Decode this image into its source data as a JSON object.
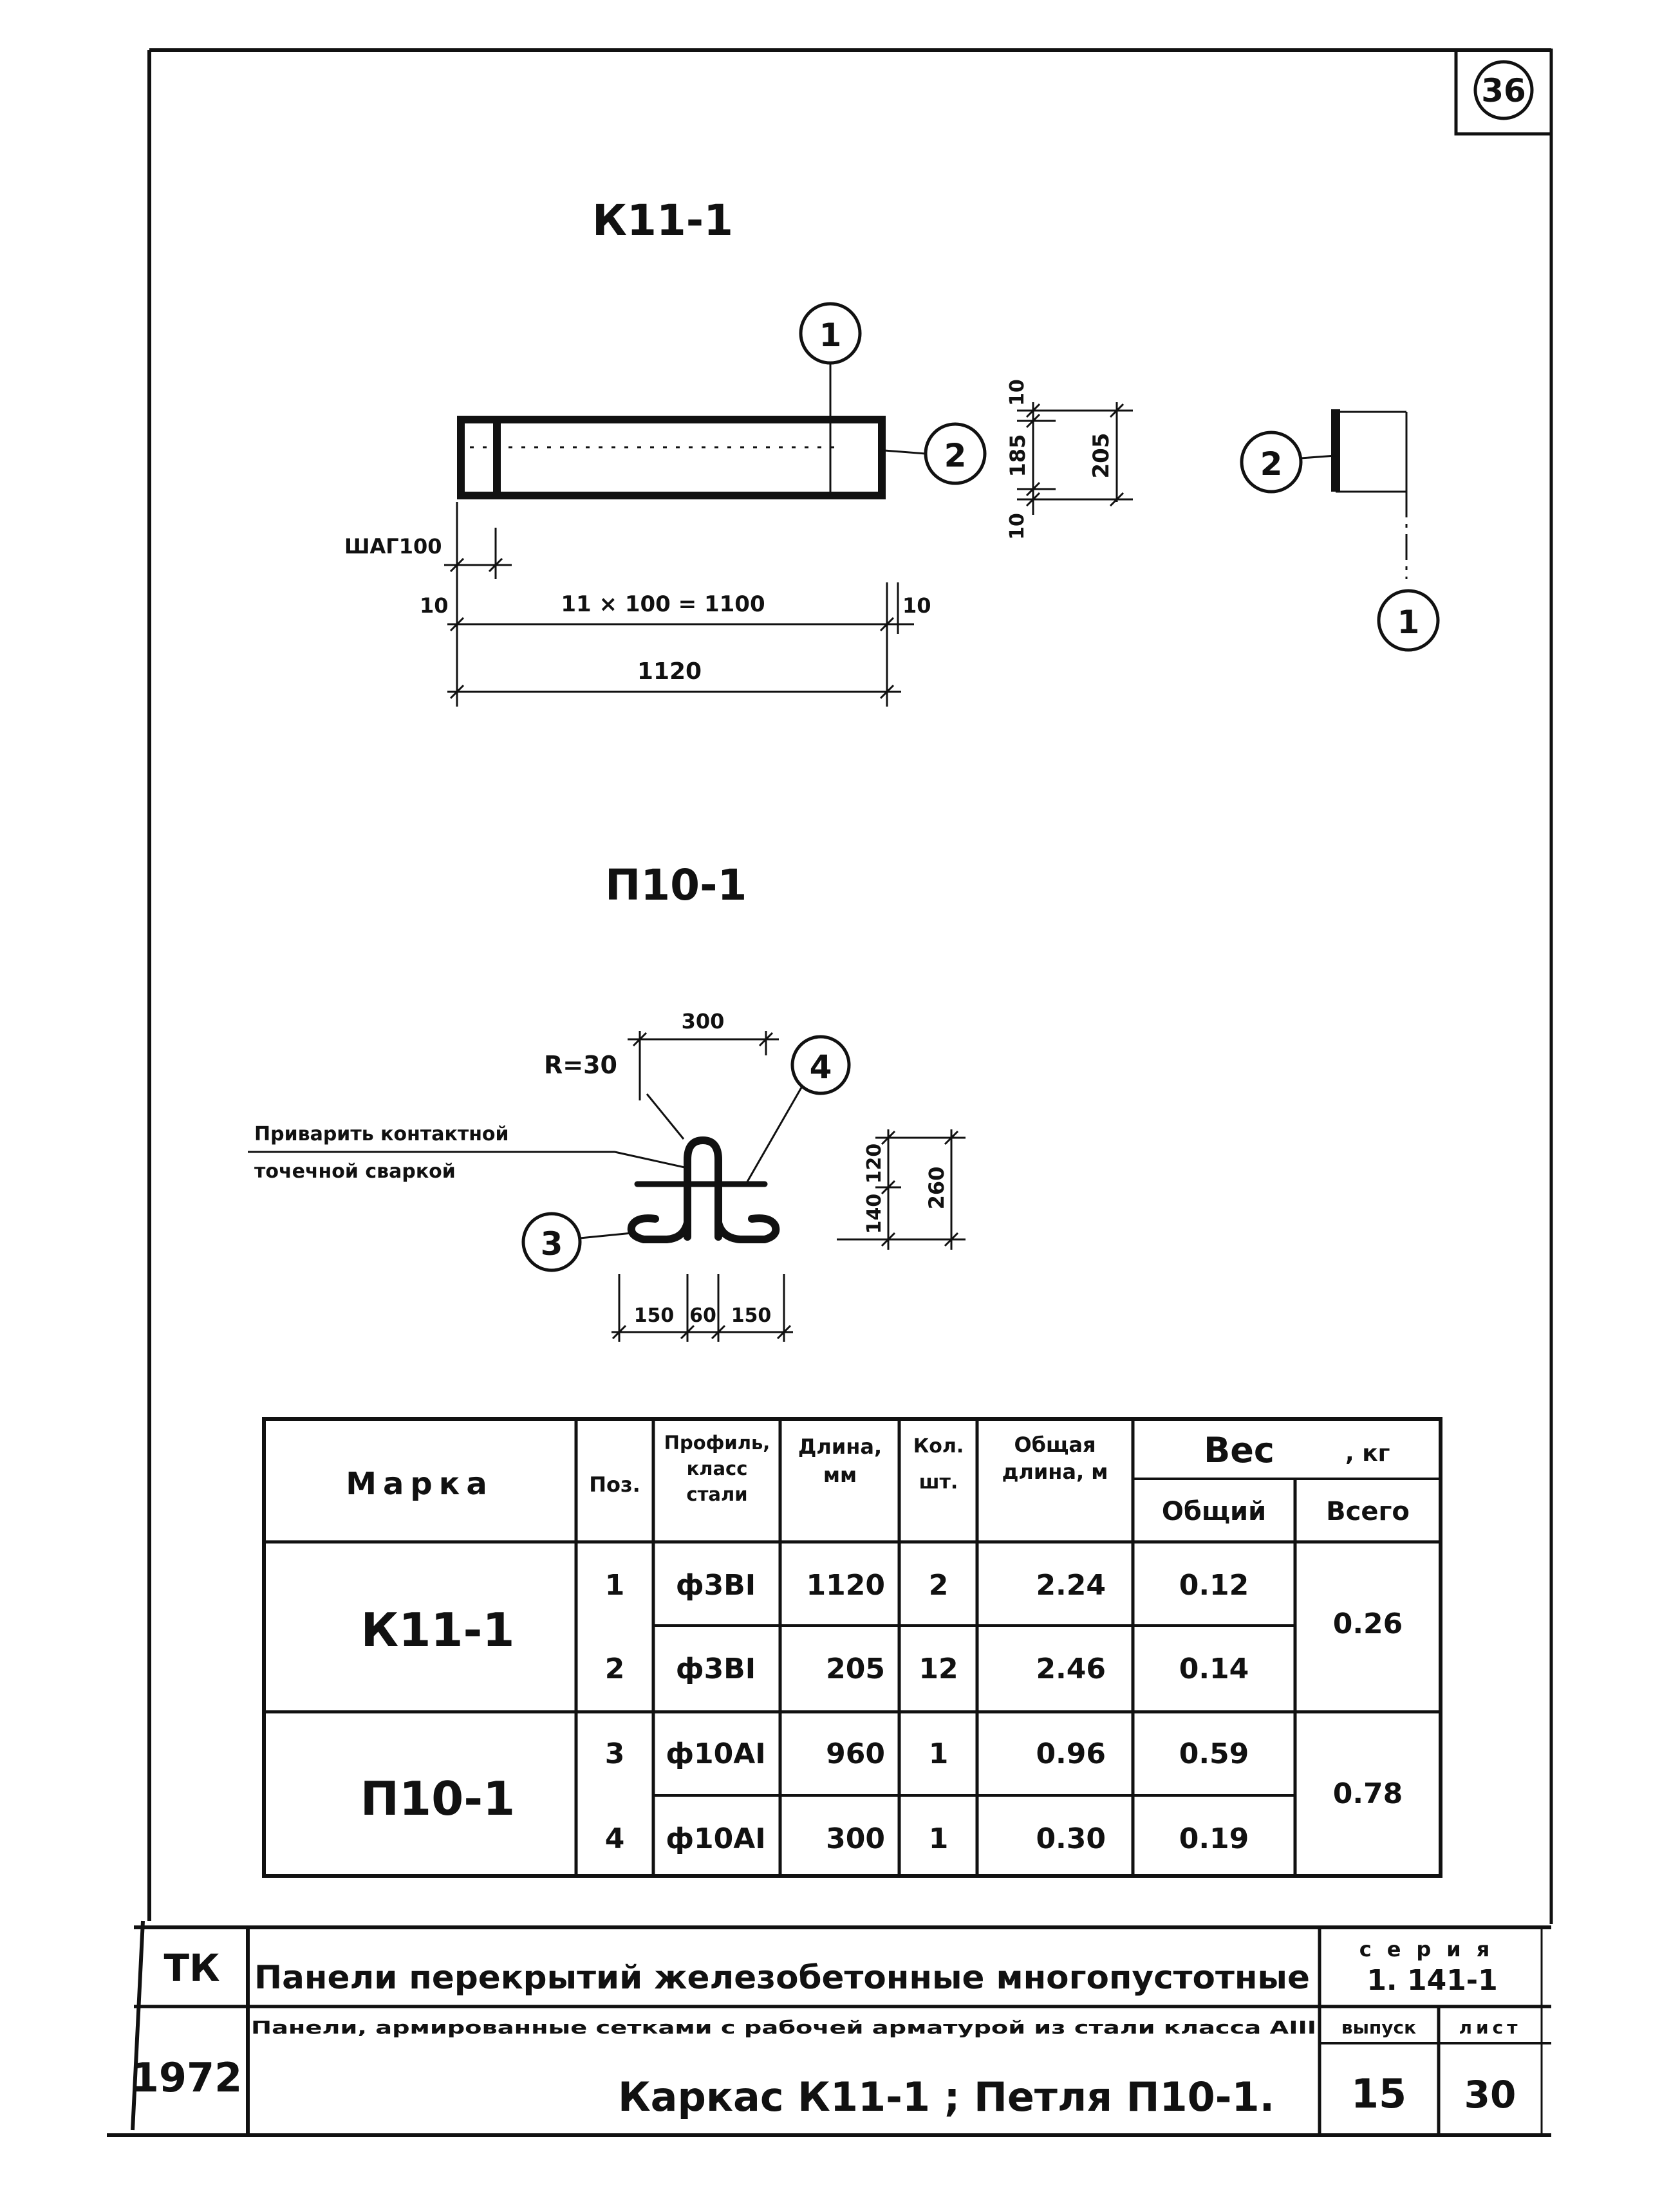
{
  "sheet_number": "36",
  "frame_drawing": {
    "title": "К11-1",
    "callouts": [
      "1",
      "2",
      "2",
      "1"
    ],
    "dim_pitch": "ШАГ100",
    "dim_edge_left": "10",
    "dim_edge_right": "10",
    "dim_bays": "11 × 100 = 1100",
    "dim_total": "1120",
    "dim_top_gap": "10",
    "dim_middle": "185",
    "dim_bottom_gap": "10",
    "dim_height": "205"
  },
  "loop_drawing": {
    "title": "П10-1",
    "radius": "R=30",
    "dim_width": "300",
    "note_line1": "Приварить контактной",
    "note_line2": "точечной сваркой",
    "callout_3": "3",
    "callout_4": "4",
    "dim_upper": "120",
    "dim_lower": "140",
    "dim_height": "260",
    "dim_left": "150",
    "dim_middle": "60",
    "dim_right": "150"
  },
  "spec_table": {
    "headers": {
      "mark": "Марка",
      "pos": "Поз.",
      "profile": "Профиль, класс стали",
      "length": "Длина, мм",
      "qty": "Кол. шт.",
      "total_length": "Общая длина, м",
      "weight": "Вес",
      "weight_unit": ", кг",
      "weight_total": "Общий",
      "weight_all": "Всего"
    },
    "groups": [
      {
        "mark": "К11-1",
        "all": "0.26",
        "rows": [
          {
            "pos": "1",
            "profile": "ф3ВI",
            "length": "1120",
            "qty": "2",
            "total_length": "2.24",
            "weight": "0.12"
          },
          {
            "pos": "2",
            "profile": "ф3ВI",
            "length": "205",
            "qty": "12",
            "total_length": "2.46",
            "weight": "0.14"
          }
        ]
      },
      {
        "mark": "П10-1",
        "all": "0.78",
        "rows": [
          {
            "pos": "3",
            "profile": "ф10АI",
            "length": "960",
            "qty": "1",
            "total_length": "0.96",
            "weight": "0.59"
          },
          {
            "pos": "4",
            "profile": "ф10АI",
            "length": "300",
            "qty": "1",
            "total_length": "0.30",
            "weight": "0.19"
          }
        ]
      }
    ]
  },
  "title_block": {
    "org": "ТК",
    "year": "1972",
    "title": "Панели перекрытий железобетонные многопустотные",
    "series_label": "серия",
    "series_value": "1. 141-1",
    "subtitle": "Панели, армированные сетками с рабочей арматурой из стали класса АIII",
    "issue_label": "выпуск",
    "sheet_label": "лист",
    "drawing_name": "Каркас К11-1 ; Петля П10-1.",
    "issue_value": "15",
    "sheet_value": "30"
  }
}
